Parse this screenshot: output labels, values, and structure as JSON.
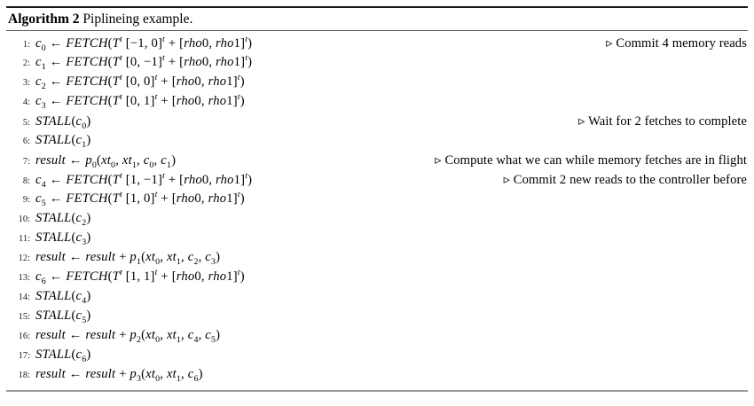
{
  "title": {
    "bold": "Algorithm 2",
    "rest": " Piplineing example."
  },
  "lines": [
    {
      "n": "1:",
      "code": "c~0~ ← FETCH(T^t^ [−1, 0]^t^ + [rho0, rho1]^t^)",
      "comment": "▹ Commit 4 memory reads"
    },
    {
      "n": "2:",
      "code": "c~1~ ← FETCH(T^t^ [0, −1]^t^ + [rho0, rho1]^t^)",
      "comment": ""
    },
    {
      "n": "3:",
      "code": "c~2~ ← FETCH(T^t^ [0, 0]^t^ + [rho0, rho1]^t^)",
      "comment": ""
    },
    {
      "n": "4:",
      "code": "c~3~ ← FETCH(T^t^ [0, 1]^t^ + [rho0, rho1]^t^)",
      "comment": ""
    },
    {
      "n": "5:",
      "code": "STALL(c~0~)",
      "comment": "▹ Wait for 2 fetches to complete"
    },
    {
      "n": "6:",
      "code": "STALL(c~1~)",
      "comment": ""
    },
    {
      "n": "7:",
      "code": "result ← p~0~(xt~0~, xt~1~, c~0~, c~1~)",
      "comment": "▹ Compute what we can while memory fetches are in flight"
    },
    {
      "n": "8:",
      "code": "c~4~ ← FETCH(T^t^ [1, −1]^t^ + [rho0, rho1]^t^)",
      "comment": "▹ Commit 2 new reads to the controller before"
    },
    {
      "n": "9:",
      "code": "c~5~ ← FETCH(T^t^ [1, 0]^t^ + [rho0, rho1]^t^)",
      "comment": ""
    },
    {
      "n": "10:",
      "code": "STALL(c~2~)",
      "comment": ""
    },
    {
      "n": "11:",
      "code": "STALL(c~3~)",
      "comment": ""
    },
    {
      "n": "12:",
      "code": "result ← result + p~1~(xt~0~, xt~1~, c~2~, c~3~)",
      "comment": ""
    },
    {
      "n": "13:",
      "code": "c~6~ ← FETCH(T^t^ [1, 1]^t^ + [rho0, rho1]^t^)",
      "comment": ""
    },
    {
      "n": "14:",
      "code": "STALL(c~4~)",
      "comment": ""
    },
    {
      "n": "15:",
      "code": "STALL(c~5~)",
      "comment": ""
    },
    {
      "n": "16:",
      "code": "result ← result + p~2~(xt~0~, xt~1~, c~4~, c~5~)",
      "comment": ""
    },
    {
      "n": "17:",
      "code": "STALL(c~6~)",
      "comment": ""
    },
    {
      "n": "18:",
      "code": "result ← result + p~3~(xt~0~, xt~1~, c~6~)",
      "comment": ""
    }
  ]
}
